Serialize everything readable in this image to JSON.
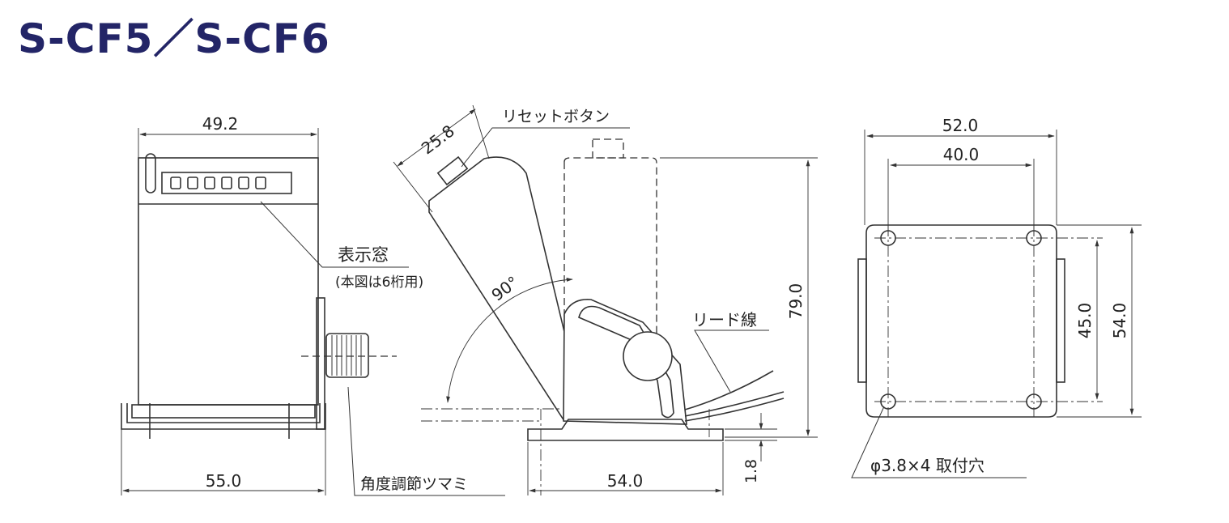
{
  "title": "S-CF5／S-CF6",
  "front_view": {
    "width_top": "49.2",
    "width_bottom": "55.0",
    "display_window_label": "表示窓",
    "display_window_note": "(本図は6桁用)",
    "angle_knob_label": "角度調節ツマミ"
  },
  "side_view": {
    "depth": "25.8",
    "reset_button_label": "リセットボタン",
    "angle": "90°",
    "lead_wire_label": "リード線",
    "height": "79.0",
    "base_width": "54.0",
    "base_thickness": "1.8"
  },
  "bottom_view": {
    "width_outer": "52.0",
    "hole_pitch_x": "40.0",
    "hole_pitch_y": "45.0",
    "depth_outer": "54.0",
    "mounting_hole_label": "φ3.8×4 取付穴"
  },
  "colors": {
    "title": "#232567",
    "line": "#333333"
  }
}
